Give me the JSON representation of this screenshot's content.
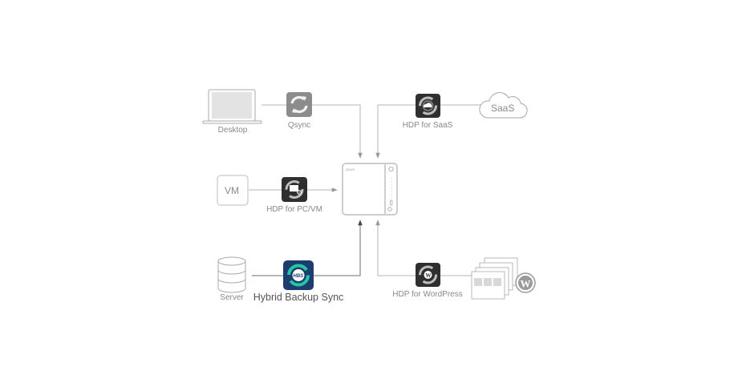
{
  "diagram": {
    "type": "data-protection-flow",
    "center": {
      "name": "NAS",
      "logo": "QNAP"
    },
    "nodes": {
      "desktop": {
        "label": "Desktop",
        "icon": "laptop-icon"
      },
      "qsync": {
        "label": "Qsync",
        "icon": "sync-icon"
      },
      "hdp_saas": {
        "label": "HDP for SaaS",
        "icon": "hdp-cloud-icon"
      },
      "saas": {
        "label": "SaaS",
        "icon": "cloud-icon"
      },
      "vm": {
        "label": "VM",
        "icon": "vm-box-icon"
      },
      "hdp_pcvm": {
        "label": "HDP for PC/VM",
        "icon": "hdp-monitor-icon"
      },
      "server": {
        "label": "Server",
        "icon": "database-icon"
      },
      "hbs": {
        "label": "Hybrid Backup Sync",
        "icon": "hbs-icon",
        "badge": "HBS"
      },
      "hdp_wordpress": {
        "label": "HDP for WordPress",
        "icon": "hdp-wordpress-icon"
      },
      "wordpress": {
        "label": "WordPress sites",
        "icon": "wordpress-icon"
      }
    },
    "edges": [
      {
        "from": "desktop",
        "via": "qsync",
        "to": "nas"
      },
      {
        "from": "saas",
        "via": "hdp_saas",
        "to": "nas"
      },
      {
        "from": "vm",
        "via": "hdp_pcvm",
        "to": "nas"
      },
      {
        "from": "server",
        "via": "hbs",
        "to": "nas"
      },
      {
        "from": "wordpress",
        "via": "hdp_wordpress",
        "to": "nas"
      }
    ],
    "colors": {
      "line": "#b5b5b5",
      "line_dark": "#6f6f6f",
      "node_stroke": "#bdbdbd",
      "hdp_icon_bg": "#2f2f2f",
      "qsync_bg": "#8c8c8c",
      "hbs_bg": "#1d3d6e",
      "hbs_ring": "#22c7a4"
    }
  }
}
